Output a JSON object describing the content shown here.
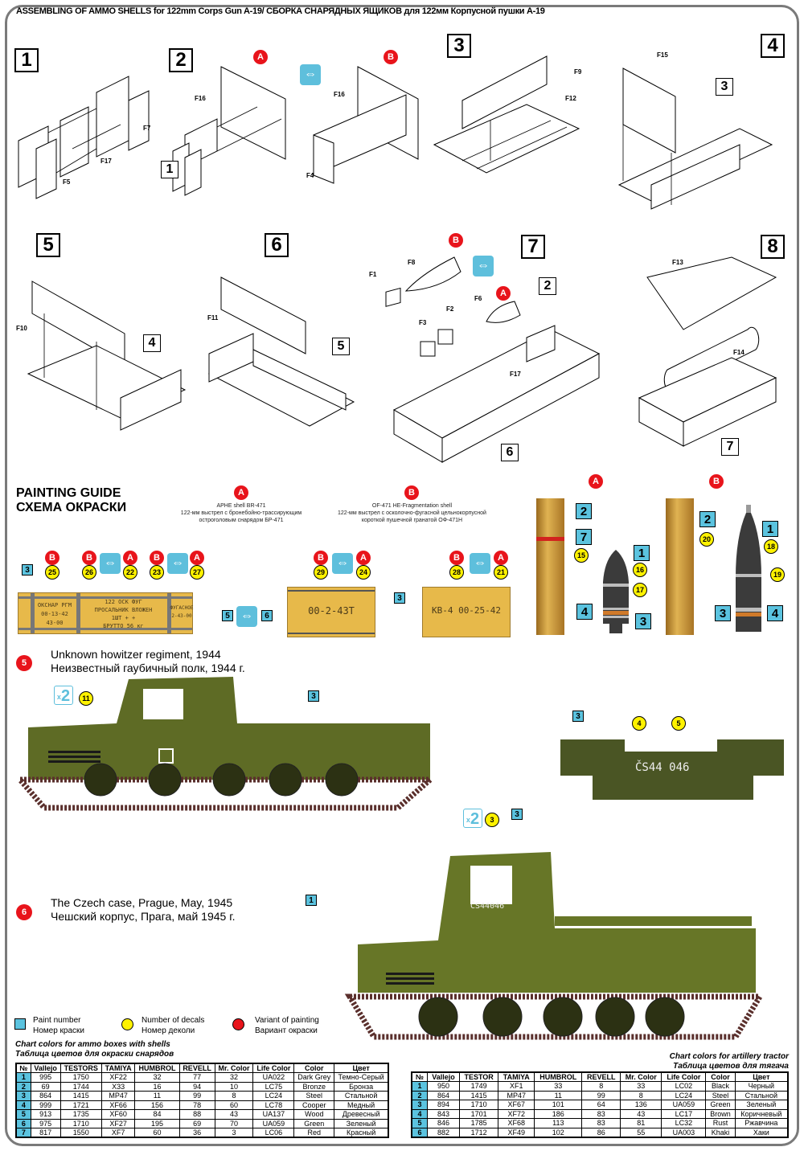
{
  "page_title": "ASSEMBLING OF AMMO SHELLS for 122mm Corps Gun A-19/ СБОРКА СНАРЯДНЫХ ЯЩИКОВ для 122мм Корпусной пушки А-19",
  "assembly": {
    "steps": [
      {
        "number": "1",
        "parts": [
          "F7",
          "F17",
          "F5"
        ]
      },
      {
        "number": "2",
        "parts": [
          "F16",
          "F16",
          "F4"
        ],
        "refs": [
          "1"
        ],
        "variants": [
          "A",
          "B"
        ]
      },
      {
        "number": "3",
        "parts": [
          "F9",
          "F12"
        ]
      },
      {
        "number": "4",
        "parts": [
          "F15"
        ],
        "refs": [
          "3"
        ]
      },
      {
        "number": "5",
        "parts": [
          "F10"
        ],
        "refs": [
          "4"
        ]
      },
      {
        "number": "6",
        "parts": [
          "F11"
        ],
        "refs": [
          "5"
        ]
      },
      {
        "number": "7",
        "parts": [
          "F1",
          "F8",
          "F2",
          "F3",
          "F6",
          "F17"
        ],
        "refs": [
          "2",
          "6"
        ],
        "variants": [
          "B",
          "A"
        ]
      },
      {
        "number": "8",
        "parts": [
          "F13",
          "F14"
        ],
        "refs": [
          "7"
        ]
      }
    ]
  },
  "painting_guide": {
    "title_en": "PAINTING GUIDE",
    "title_ru": "СХЕМА ОКРАСКИ",
    "variant_a": {
      "badge": "A",
      "line1": "APHE shell BR-471",
      "line2": "122-мм выстрел с бронебойно-трассирующим",
      "line3": "остроголовым снарядом БР-471"
    },
    "variant_b": {
      "badge": "B",
      "line1": "OF-471 HE-Fragmentation shell",
      "line2": "122-мм выстрел с осколочно-фугасной цельнокорпусной",
      "line3": "короткой пушечной гранатой ОФ-471Н"
    },
    "crate_long": {
      "paint": "3",
      "decals": [
        {
          "variant": "B",
          "decal": "25"
        },
        {
          "variant": "B",
          "decal": "26",
          "alt_variant": "A",
          "alt_decal": "22"
        },
        {
          "variant": "B",
          "decal": "23",
          "alt_variant": "A",
          "alt_decal": "27"
        }
      ],
      "text_left": [
        "ОКСНАР РГМ",
        "00-13-42",
        "43-00"
      ],
      "text_center": [
        "122 ОСК ФУГ",
        "ПРОСАЛЬНИК ВЛОЖЕН",
        "1ШТ + +",
        "БРУТТО 56 кг"
      ],
      "text_right": [
        "ФУГАСНОЕ",
        "2-43-00"
      ]
    },
    "crate_mid": {
      "paints": [
        "5",
        "6"
      ],
      "variant_b_decal": "29",
      "variant_a_decal": "24",
      "stencil": "00-2-43Т"
    },
    "crate_right": {
      "paint": "3",
      "variant_b_decal": "28",
      "variant_a_decal": "21",
      "stencil": "КВ-4 00-25-42"
    },
    "shell_a": {
      "variant": "A",
      "paints": [
        "2",
        "7",
        "1",
        "4",
        "3"
      ],
      "decals": [
        "15",
        "16",
        "17"
      ]
    },
    "shell_b": {
      "variant": "B",
      "paints": [
        "2",
        "1",
        "3",
        "4"
      ],
      "decals": [
        "20",
        "18",
        "19"
      ]
    }
  },
  "schemes": [
    {
      "number": "5",
      "title_en": "Unknown howitzer regiment, 1944",
      "title_ru": "Неизвестный гаубичный полк, 1944 г.",
      "multiplier": "2",
      "decal": "11",
      "paint": "3",
      "rear_paint": "3",
      "rear_decals": [
        "4",
        "5"
      ],
      "rear_marking": "ČS44 046"
    },
    {
      "number": "6",
      "title_en": "The Czech case, Prague, May, 1945",
      "title_ru": "Чешский корпус, Прага, май 1945 г.",
      "multiplier": "2",
      "decal": "3",
      "paint": "3",
      "track_paint": "1",
      "marking": "ČS44046"
    }
  ],
  "legend": [
    {
      "type": "paint",
      "en": "Paint number",
      "ru": "Номер краски"
    },
    {
      "type": "decal",
      "en": "Number of decals",
      "ru": "Номер деколи"
    },
    {
      "type": "variant",
      "en": "Variant of painting",
      "ru": "Вариант окраски"
    }
  ],
  "ammo_table": {
    "title_en": "Chart colors for ammo boxes with shells",
    "title_ru": "Таблица цветов для окраски снарядов",
    "headers": [
      "№",
      "Vallejo",
      "TESTORS",
      "TAMIYA",
      "HUMBROL",
      "REVELL",
      "Mr. Color",
      "Life Color",
      "Color",
      "Цвет"
    ],
    "rows": [
      [
        "1",
        "995",
        "1750",
        "XF22",
        "32",
        "77",
        "32",
        "UA022",
        "Dark Grey",
        "Темно-Серый"
      ],
      [
        "2",
        "69",
        "1744",
        "X33",
        "16",
        "94",
        "10",
        "LC75",
        "Bronze",
        "Бронза"
      ],
      [
        "3",
        "864",
        "1415",
        "MP47",
        "11",
        "99",
        "8",
        "LC24",
        "Steel",
        "Стальной"
      ],
      [
        "4",
        "999",
        "1721",
        "XF66",
        "156",
        "78",
        "60",
        "LC78",
        "Cooper",
        "Медный"
      ],
      [
        "5",
        "913",
        "1735",
        "XF60",
        "84",
        "88",
        "43",
        "UA137",
        "Wood",
        "Древесный"
      ],
      [
        "6",
        "975",
        "1710",
        "XF27",
        "195",
        "69",
        "70",
        "UA059",
        "Green",
        "Зеленый"
      ],
      [
        "7",
        "817",
        "1550",
        "XF7",
        "60",
        "36",
        "3",
        "LC06",
        "Red",
        "Красный"
      ]
    ]
  },
  "tractor_table": {
    "title_en": "Chart colors for artillery tractor",
    "title_ru": "Таблица цветов для тягача",
    "headers": [
      "№",
      "Vallejo",
      "TESTOR",
      "TAMIYA",
      "HUMBROL",
      "REVELL",
      "Mr. Color",
      "Life Color",
      "Color",
      "Цвет"
    ],
    "rows": [
      [
        "1",
        "950",
        "1749",
        "XF1",
        "33",
        "8",
        "33",
        "LC02",
        "Black",
        "Черный"
      ],
      [
        "2",
        "864",
        "1415",
        "MP47",
        "11",
        "99",
        "8",
        "LC24",
        "Steel",
        "Стальной"
      ],
      [
        "3",
        "894",
        "1710",
        "XF67",
        "101",
        "64",
        "136",
        "UA059",
        "Green",
        "Зеленый"
      ],
      [
        "4",
        "843",
        "1701",
        "XF72",
        "186",
        "83",
        "43",
        "LC17",
        "Brown",
        "Коричневый"
      ],
      [
        "5",
        "846",
        "1785",
        "XF68",
        "113",
        "83",
        "81",
        "LC32",
        "Rust",
        "Ржавчина"
      ],
      [
        "6",
        "882",
        "1712",
        "XF49",
        "102",
        "86",
        "55",
        "UA003",
        "Khaki",
        "Хаки"
      ]
    ]
  },
  "colors": {
    "paint_marker": "#5bc3df",
    "decal_marker": "#fff200",
    "variant_marker": "#e8141b",
    "olive": "#5e6b25",
    "crate": "#e7b94a",
    "brass": "#c99a34"
  }
}
